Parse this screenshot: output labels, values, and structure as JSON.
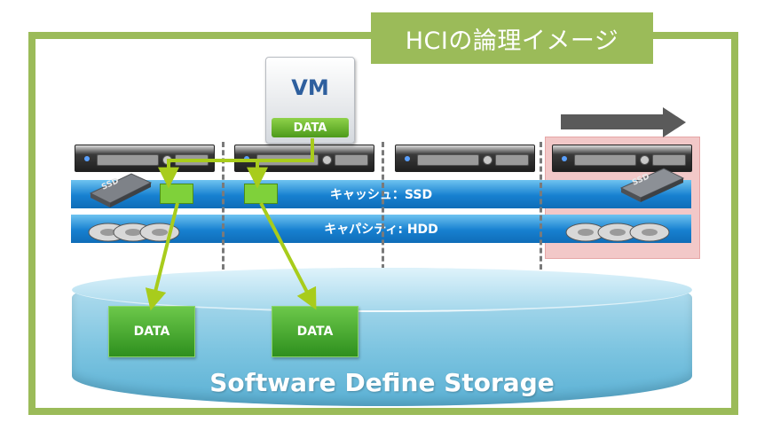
{
  "title": "HCIの論理イメージ",
  "vm": {
    "label": "VM",
    "data_label": "DATA"
  },
  "tiers": {
    "cache": "キャッシュ：SSD",
    "capacity": "キャパシティ: HDD"
  },
  "ssd_label": "SSD",
  "storage": {
    "label": "Software Define Storage",
    "blocks": [
      "DATA",
      "DATA"
    ]
  },
  "colors": {
    "frame": "#9bbb59",
    "tier_band": "#1780d0",
    "data_green": "#3f9a22",
    "new_node": "#f2c8c8",
    "arrow": "#5a5a5a",
    "vm_text": "#2e5f9e"
  },
  "icons": [
    "server-icon",
    "ssd-icon",
    "hdd-icon",
    "arrow-right-icon",
    "cylinder-icon"
  ]
}
